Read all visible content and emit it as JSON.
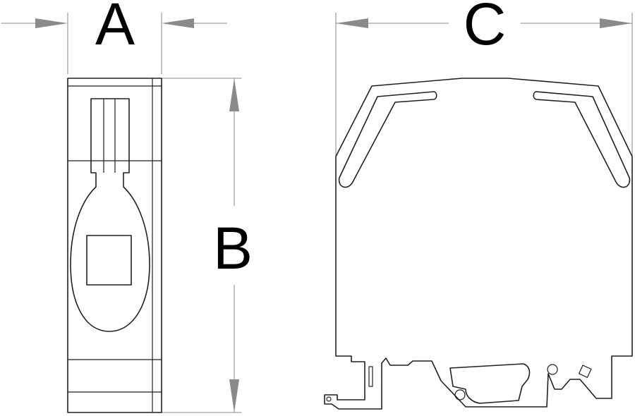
{
  "labels": {
    "width_a": "A",
    "height_b": "B",
    "depth_c": "C"
  },
  "colors": {
    "outline": "#231f20",
    "dimension_line": "#8a8a8a",
    "background": "#ffffff"
  }
}
